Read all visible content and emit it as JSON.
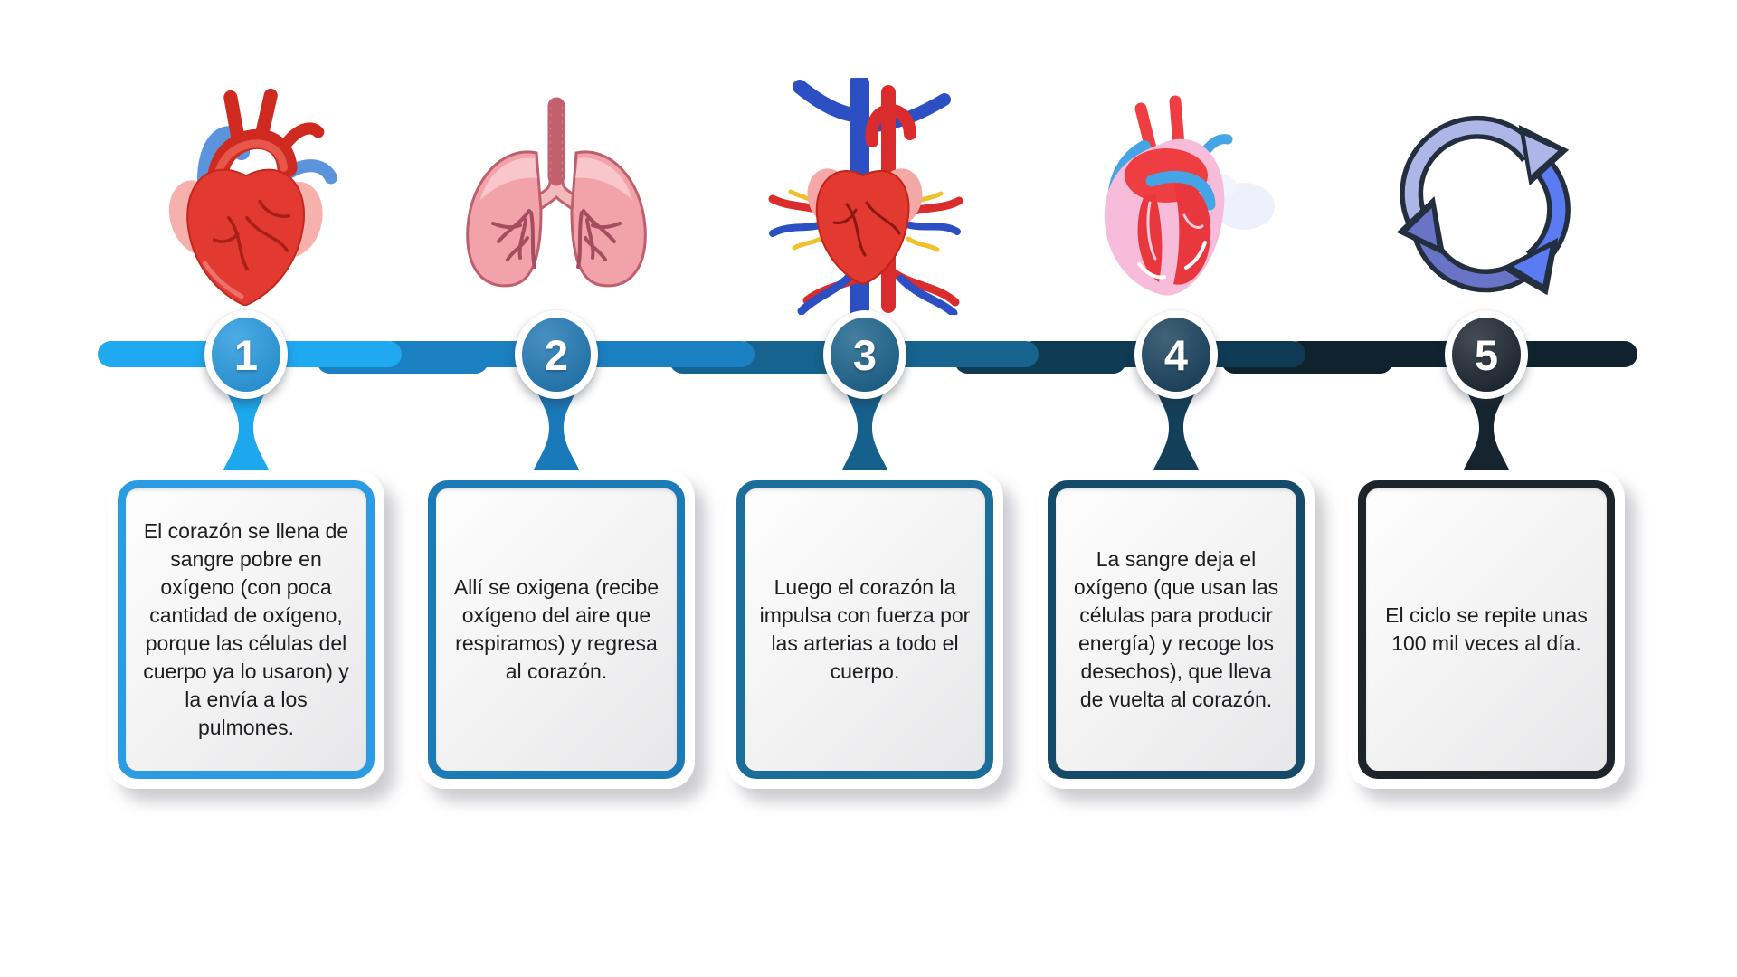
{
  "steps": [
    {
      "number": "1",
      "icon": "anatomical-heart-icon",
      "text": "El corazón se llena de sangre pobre en oxígeno (con poca cantidad de oxígeno, porque las células del cuerpo ya lo usaron) y la envía a los pulmones.",
      "colors": {
        "circle": "#2196dd",
        "segment": "#1ea9f0",
        "connector": "#1da7ec",
        "border": "#2b9be2"
      }
    },
    {
      "number": "2",
      "icon": "lungs-icon",
      "text": "Allí se oxigena (recibe oxígeno del aire que respiramos) y regresa al corazón.",
      "colors": {
        "circle": "#1a74b2",
        "segment": "#1a80c2",
        "connector": "#1a79b8",
        "border": "#1c7ab6"
      }
    },
    {
      "number": "3",
      "icon": "heart-vessels-icon",
      "text": "Luego el corazón la impulsa con fuerza por las arterias a todo el cuerpo.",
      "colors": {
        "circle": "#155e88",
        "segment": "#15638e",
        "connector": "#16608c",
        "border": "#1a6e99"
      }
    },
    {
      "number": "4",
      "icon": "heart-oxygen-exchange-icon",
      "text": "La sangre deja el oxígeno (que usan las células para producir energía) y recoge los desechos), que lleva de vuelta al corazón.",
      "colors": {
        "circle": "#123c58",
        "segment": "#0f3a54",
        "connector": "#133f5a",
        "border": "#154a68"
      }
    },
    {
      "number": "5",
      "icon": "cycle-arrows-icon",
      "text": "El ciclo se repite unas 100 mil veces al día.",
      "colors": {
        "circle": "#151f29",
        "segment": "#0f222e",
        "connector": "#15242e",
        "border": "#1d242a"
      }
    }
  ]
}
